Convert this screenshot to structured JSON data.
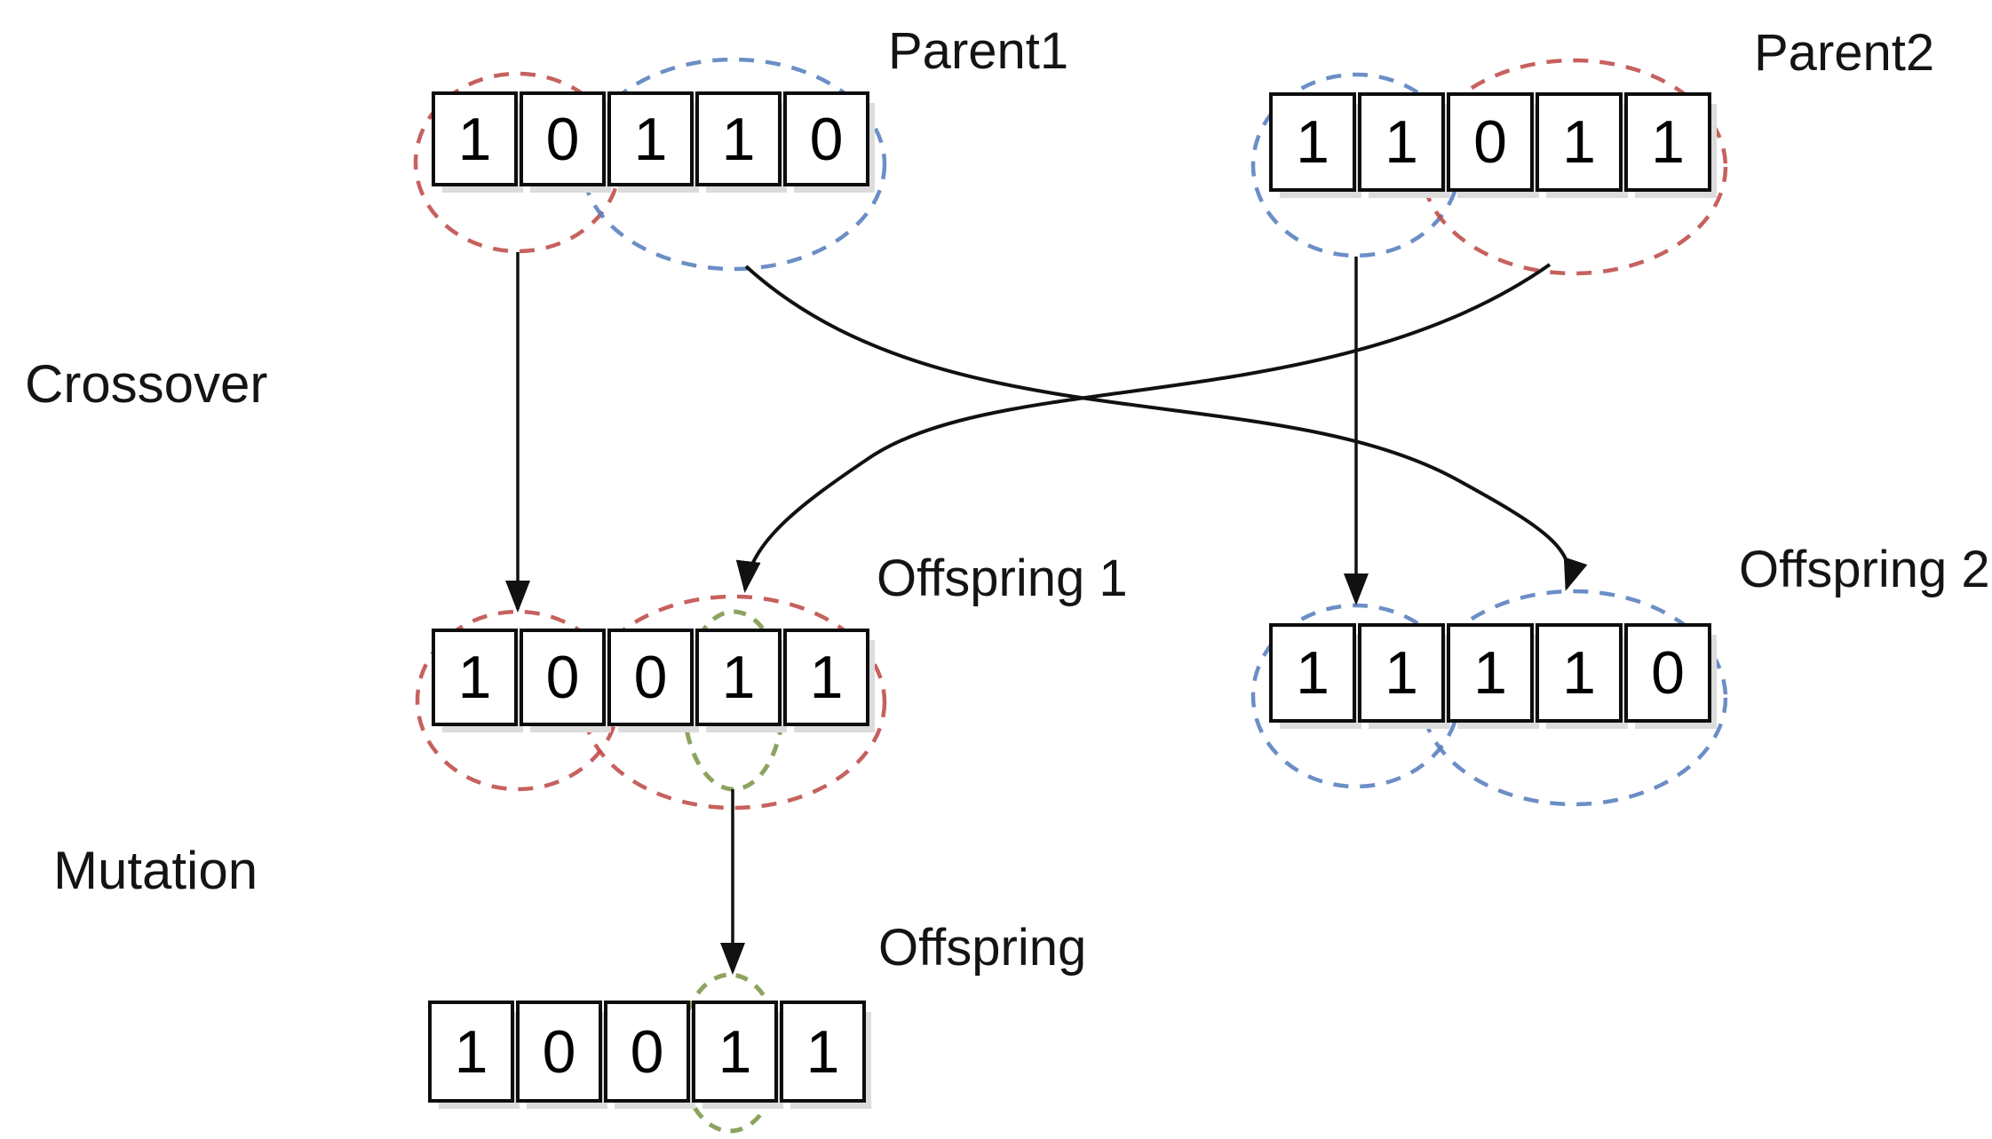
{
  "figure": {
    "description": "Genetic algorithm crossover and mutation diagram",
    "stages": [
      {
        "id": "crossover",
        "label": "Crossover"
      },
      {
        "id": "mutation",
        "label": "Mutation"
      }
    ],
    "colors": {
      "red": "#c0504d",
      "blue": "#5b82c0",
      "green": "#7f9a4e",
      "line": "#111111",
      "gene_text": "#000000",
      "cell_border": "#0d0d0d"
    },
    "chromosomes": [
      {
        "id": "parent1",
        "label": "Parent1",
        "genes": [
          "1",
          "0",
          "1",
          "1",
          "0"
        ],
        "groups": [
          {
            "cells": [
              0,
              1
            ],
            "color": "red"
          },
          {
            "cells": [
              2,
              4
            ],
            "color": "blue"
          }
        ]
      },
      {
        "id": "parent2",
        "label": "Parent2",
        "genes": [
          "1",
          "1",
          "0",
          "1",
          "1"
        ],
        "groups": [
          {
            "cells": [
              0,
              1
            ],
            "color": "blue"
          },
          {
            "cells": [
              2,
              4
            ],
            "color": "red"
          }
        ]
      },
      {
        "id": "offspring1",
        "label": "Offspring 1",
        "genes": [
          "1",
          "0",
          "0",
          "1",
          "1"
        ],
        "groups": [
          {
            "cells": [
              0,
              1
            ],
            "color": "red"
          },
          {
            "cells": [
              2,
              4
            ],
            "color": "red"
          },
          {
            "cells": [
              3,
              3
            ],
            "color": "green"
          }
        ]
      },
      {
        "id": "offspring2",
        "label": "Offspring 2",
        "genes": [
          "1",
          "1",
          "1",
          "1",
          "0"
        ],
        "groups": [
          {
            "cells": [
              0,
              1
            ],
            "color": "blue"
          },
          {
            "cells": [
              2,
              4
            ],
            "color": "blue"
          }
        ]
      },
      {
        "id": "offspring_final",
        "label": "Offspring",
        "genes": [
          "1",
          "0",
          "0",
          "1",
          "1"
        ],
        "groups": [
          {
            "cells": [
              3,
              3
            ],
            "color": "green"
          }
        ]
      }
    ],
    "arrows": [
      {
        "from": "parent1 genes 1-2",
        "to": "offspring1 genes 1-2",
        "style": "straight"
      },
      {
        "from": "parent1 genes 3-5",
        "to": "offspring2 genes 3-5",
        "style": "curved"
      },
      {
        "from": "parent2 genes 1-2",
        "to": "offspring2 genes 1-2",
        "style": "straight"
      },
      {
        "from": "parent2 genes 3-5",
        "to": "offspring1 genes 3-5",
        "style": "curved"
      },
      {
        "from": "offspring1 gene 4",
        "to": "offspring_final gene 4",
        "style": "straight"
      }
    ]
  }
}
